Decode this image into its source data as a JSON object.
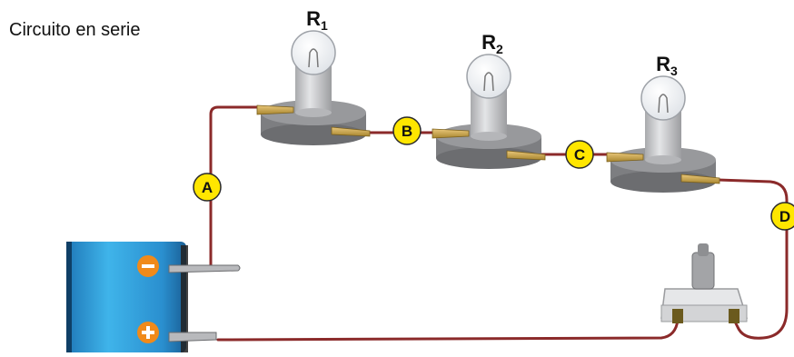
{
  "title": "Circuito en serie",
  "bulbs": [
    {
      "label": "R",
      "sub": "1"
    },
    {
      "label": "R",
      "sub": "2"
    },
    {
      "label": "R",
      "sub": "3"
    }
  ],
  "points": [
    "A",
    "B",
    "C",
    "D"
  ],
  "battery": {
    "negative": "−",
    "positive": "+"
  },
  "colors": {
    "wire": "#8b2a2a",
    "battery": "#2e9fd8",
    "sign": "#f08a1a",
    "point": "#ffe600",
    "base": "#8d8e91",
    "socket": "#cfd0d2"
  }
}
